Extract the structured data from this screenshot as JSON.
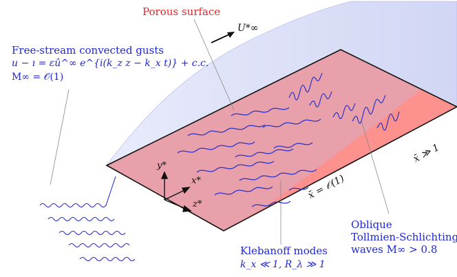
{
  "labels": {
    "porous_surface": "Porous surface",
    "freestream_title": "Free-stream convected gusts",
    "freestream_eq": "u − ı = εû^∞ e^{i(k_z z − k_x t)} + c.c.",
    "freestream_mach": "M∞ = 𝒪(1)",
    "u_inf": "U*∞",
    "y_axis": "y*",
    "x_axis": "x*",
    "z_axis": "z*",
    "xbar_order1": "x̄ = 𝒪(1)",
    "xbar_large": "x̄ ≫ 1",
    "klebanoff_line1": "Klebanoff modes",
    "klebanoff_line2": "k_x ≪ 1, R_λ ≫ 1",
    "ts_line1": "Oblique",
    "ts_line2": "Tollmien-Schlichting",
    "ts_line3": "waves M∞ > 0.8"
  },
  "colors": {
    "label_blue": "#1d27d6",
    "label_red": "#e0282c",
    "plate_pink": "#e8a0ab",
    "plate_salmon": "#ff8a86",
    "boundary_layer": "#cfd4f2",
    "wave_blue": "#2a31c8"
  }
}
